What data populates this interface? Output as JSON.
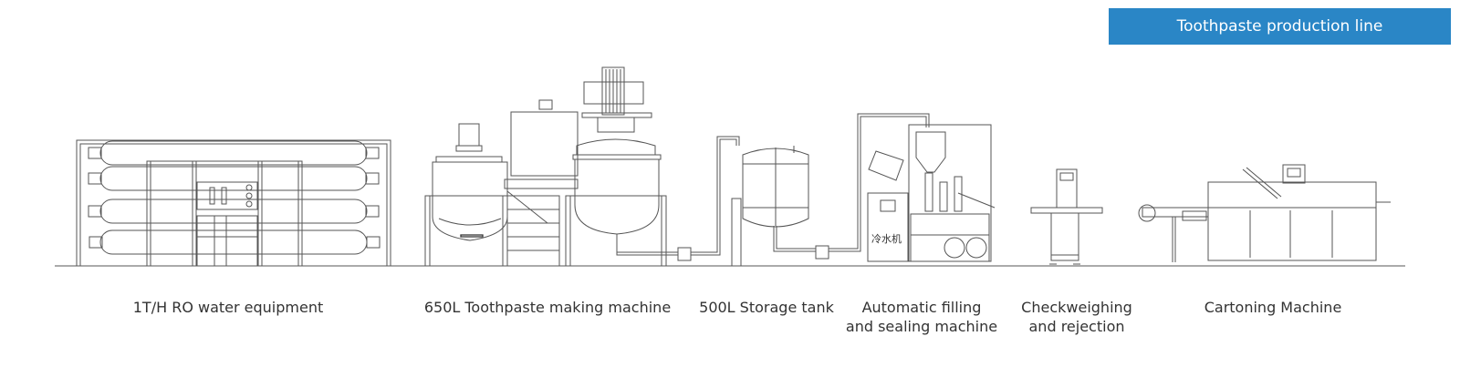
{
  "title": "Toothpaste production line",
  "colors": {
    "title_bg": "#2a86c6",
    "title_fg": "#ffffff",
    "line": "#555555",
    "text": "#333333"
  },
  "equipment": [
    {
      "id": "ro-water",
      "label_lines": [
        "1T/H RO water equipment"
      ]
    },
    {
      "id": "making-machine",
      "label_lines": [
        "650L Toothpaste making machine"
      ]
    },
    {
      "id": "storage-tank",
      "label_lines": [
        "500L Storage tank"
      ]
    },
    {
      "id": "filling-sealing",
      "label_lines": [
        "Automatic filling",
        "and sealing machine"
      ]
    },
    {
      "id": "checkweigher",
      "label_lines": [
        "Checkweighing",
        "and rejection"
      ]
    },
    {
      "id": "cartoning",
      "label_lines": [
        "Cartoning Machine"
      ]
    }
  ],
  "chiller_label": "冷水机"
}
